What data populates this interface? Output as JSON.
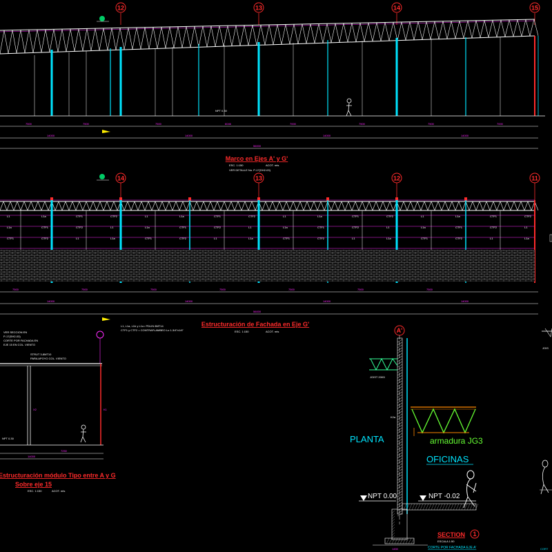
{
  "colors": {
    "background": "#000000",
    "steel": "#ffffff",
    "column": "#00e5ff",
    "bubble": "#ff2b2b",
    "dimension": "#ff2bff",
    "green": "#66ff33",
    "orange": "#ff8800"
  },
  "top_elevation": {
    "axis_labels": [
      "12",
      "13",
      "14",
      "15"
    ],
    "title": "Marco en Ejes A' y G'",
    "scale": "ESC. 1:150",
    "units": "ACOT. mts",
    "reference": "VER DETALLE No. P-17(SH2-03)",
    "npt": "NPT 0.30",
    "dims_row1": [
      "7500",
      "7500",
      "7500",
      "6046",
      "7000",
      "7500",
      "7500",
      "7000"
    ],
    "dims_row2": [
      "14000",
      "14000",
      "14000",
      "14000"
    ],
    "dim_total": "56000"
  },
  "mid_elevation": {
    "axis_labels": [
      "14",
      "13",
      "12",
      "11"
    ],
    "title": "Estructuración de Fachada en Eje G'",
    "scale": "ESC. 1:150",
    "units": "ACOT. mts",
    "notes": [
      "L1, L1a, L1b y L1c= PDLIN 8MT14",
      "CTF1 y CTF2 = CONTRAFLAMBEO Lo 1-3/4\"x1/4\""
    ],
    "purlin_tags": [
      "L1",
      "L1a",
      "CTF1",
      "CTF2"
    ],
    "dims_row1": [
      "7500",
      "7500",
      "7500",
      "7500",
      "7500",
      "7500",
      "7500"
    ],
    "dims_row2": [
      "14000",
      "14000",
      "14000",
      "14000"
    ],
    "dim_total": "56000"
  },
  "module_section": {
    "notes": [
      "VER SECCION EN",
      "P-17(SH2-03)",
      "CORTE POR FACHADA EN",
      "EJE 15 EN COL. VIENTO"
    ],
    "strut_note": [
      "STRUT 3-8MT10",
      "PARA APOYO COL. VIENTO"
    ],
    "npt": "NPT 0.30",
    "title_line1": "Estructuración módulo Tipo entre A y G",
    "title_line2": "Sobre eje 15",
    "scale": "ESC. 1:150",
    "units": "ACOT. mts",
    "dims": [
      "14000",
      "7250"
    ]
  },
  "section": {
    "axis_label": "A'",
    "joist_label": "JOIST 20K5",
    "planta": "PLANTA",
    "armadura": "armadura JG3",
    "oficinas": "OFICINAS",
    "npt_left": "NPT 0.00",
    "npt_right": "NPT -0.02",
    "title": "SECTION",
    "number": "1",
    "scale": "ESCALA 1:50",
    "subtitle": "CORTE POR FACHADA EJE A'"
  }
}
